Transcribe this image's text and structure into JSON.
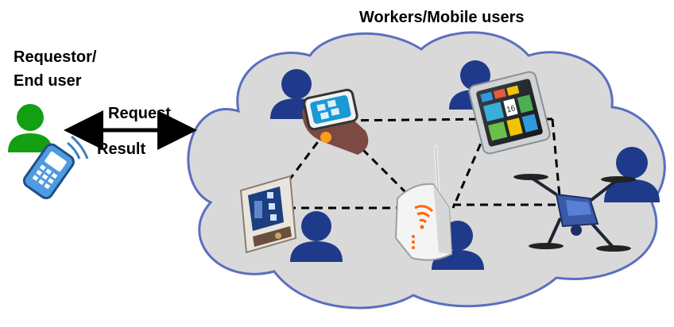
{
  "labels": {
    "title": "Workers/Mobile users",
    "requestor_line1": "Requestor/",
    "requestor_line2": "End user",
    "request": "Request",
    "result": "Result"
  },
  "devices": {
    "tablet_date": "16"
  },
  "colors": {
    "cloud_fill": "#d9d9d9",
    "cloud_stroke": "#5b6fbf",
    "worker": "#1f3a8a",
    "requestor": "#12a012",
    "wifi_accent": "#ff6600"
  }
}
